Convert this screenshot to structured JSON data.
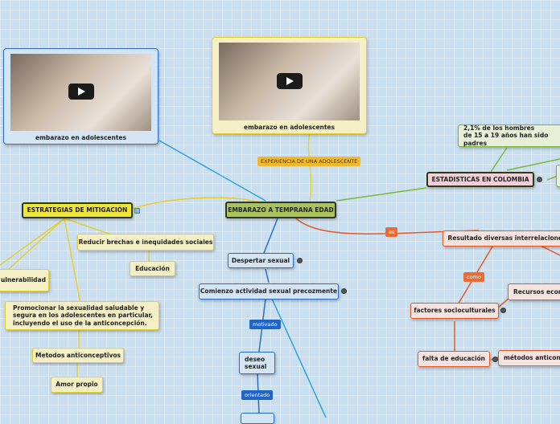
{
  "center": "EMBARAZO A TEMPRANA EDAD",
  "videos": [
    {
      "caption": "embarazo en adolescentes"
    },
    {
      "caption": "embarazo en adolescentes"
    }
  ],
  "link_labels": {
    "experiencia": "EXPERIENCIA DE UNA ADOLESCENTE",
    "es": "es",
    "como": "como",
    "motivado": "motivado",
    "orientado": "orientado"
  },
  "stats": {
    "title": "ESTADISTICAS EN COLOMBIA",
    "fact": "2,1% de los hombres\nde 15 a 19 años han sido padres"
  },
  "result": {
    "title": "Resultado diversas interrelaciones",
    "factores": "factores socioculturales",
    "falta": "falta de educación",
    "recursos": "Recursos econ",
    "metodos": "métodos anticonc"
  },
  "mitigation": {
    "title": "ESTRATEGIAS DE MITIGACIÓN",
    "vulnerabilidad": "ulnerabilidad",
    "reducir": "Reducir brechas e inequidades sociales",
    "educacion": "Educación",
    "promocionar": "Promocionar la sexualidad saludable y\nsegura en los adolescentes en particular,\nincluyendo el uso de la anticoncepción.",
    "metodos": "Metodos anticonceptivos",
    "amor": "Amor propio"
  },
  "blue_branch": {
    "despertar": "Despertar sexual",
    "comienzo": "Comienzo actividad sexual precozmente",
    "deseo": "deseo\nsexual"
  },
  "colors": {
    "blue": "#2b6fc2",
    "yellow": "#e6cf2a",
    "orange": "#e25a2a",
    "green": "#7ab83a",
    "center": "#a9c25a"
  },
  "icons": [
    "play-icon",
    "globe-icon",
    "notes-icon"
  ]
}
